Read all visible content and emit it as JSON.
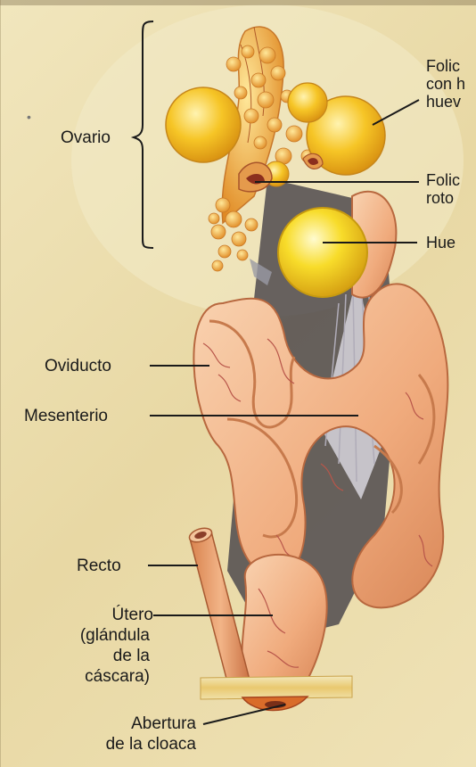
{
  "colors": {
    "parchment": "#efe2b4",
    "tissue": "#f1b48a",
    "tissue_dark": "#c9734c",
    "yolk": "#f7d21a",
    "follicle": "#f4b81c",
    "vein": "#b8564a"
  },
  "labels": {
    "ovario": "Ovario",
    "oviducto": "Oviducto",
    "mesenterio": "Mesenterio",
    "recto": "Recto",
    "utero_1": "Útero",
    "utero_2": "(glándula",
    "utero_3": "de la",
    "utero_4": "cáscara)",
    "abertura_1": "Abertura",
    "abertura_2": "de la cloaca",
    "foli_1_a": "Folic",
    "foli_1_b": "con h",
    "foli_1_c": "huev",
    "foli_2_a": "Folic",
    "foli_2_b": "roto",
    "huevo": "Hue"
  }
}
